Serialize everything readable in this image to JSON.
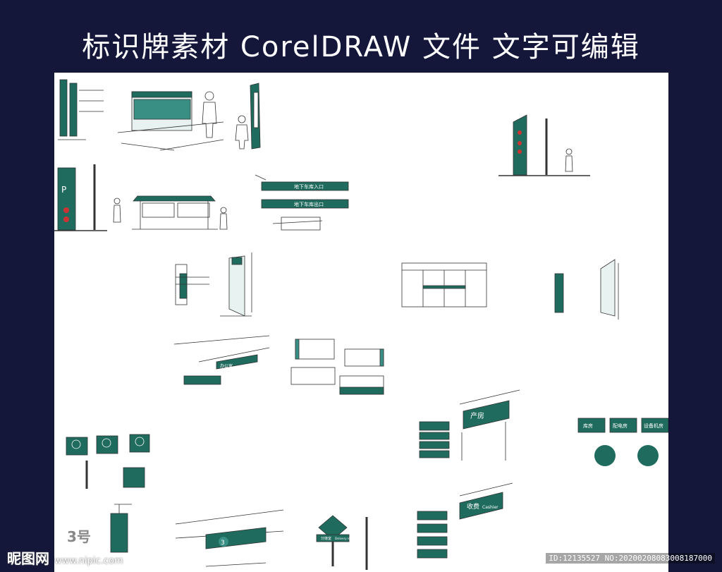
{
  "header": {
    "title": "标识牌素材 CorelDRAW 文件 文字可编辑"
  },
  "colors": {
    "background": "#14173a",
    "sign_green": "#1f6b5e",
    "line": "#333333"
  },
  "signs": {
    "parking_entrance": "地下车库入口",
    "parking_exit": "地下车库出口",
    "office_label": "办公室",
    "nursery_label": "产房",
    "room_a": "库房",
    "room_b": "配电房",
    "room_c": "设备机房",
    "cashier": "收费",
    "cashier_en": "Cashier",
    "floor_mark": "3号",
    "floor_num": "3",
    "delivery_room": "分娩室",
    "delivery_room_en": "Delivery room"
  },
  "watermark": {
    "brand": "昵图网",
    "domain": "www.nipic.com",
    "id_text": "ID:12135527 NO:20200208083008187000"
  }
}
